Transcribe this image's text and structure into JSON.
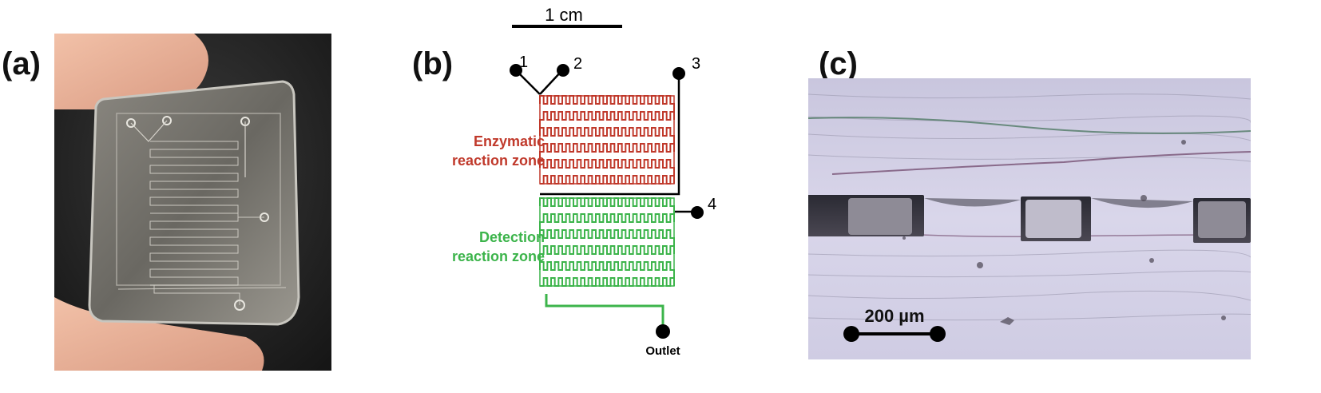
{
  "panels": {
    "a": {
      "label": "(a)"
    },
    "b": {
      "label": "(b)",
      "scale_bar": "1 cm",
      "ports": [
        "1",
        "2",
        "3",
        "4"
      ],
      "outlet": "Outlet",
      "enzymatic_zone": [
        "Enzymatic",
        "reaction zone"
      ],
      "detection_zone": [
        "Detection",
        "reaction zone"
      ]
    },
    "c": {
      "label": "(c)",
      "scale_bar": "200 µm"
    }
  },
  "colors": {
    "enzymatic": "#c0392b",
    "detection": "#3cb44b",
    "ink": "#000000"
  }
}
